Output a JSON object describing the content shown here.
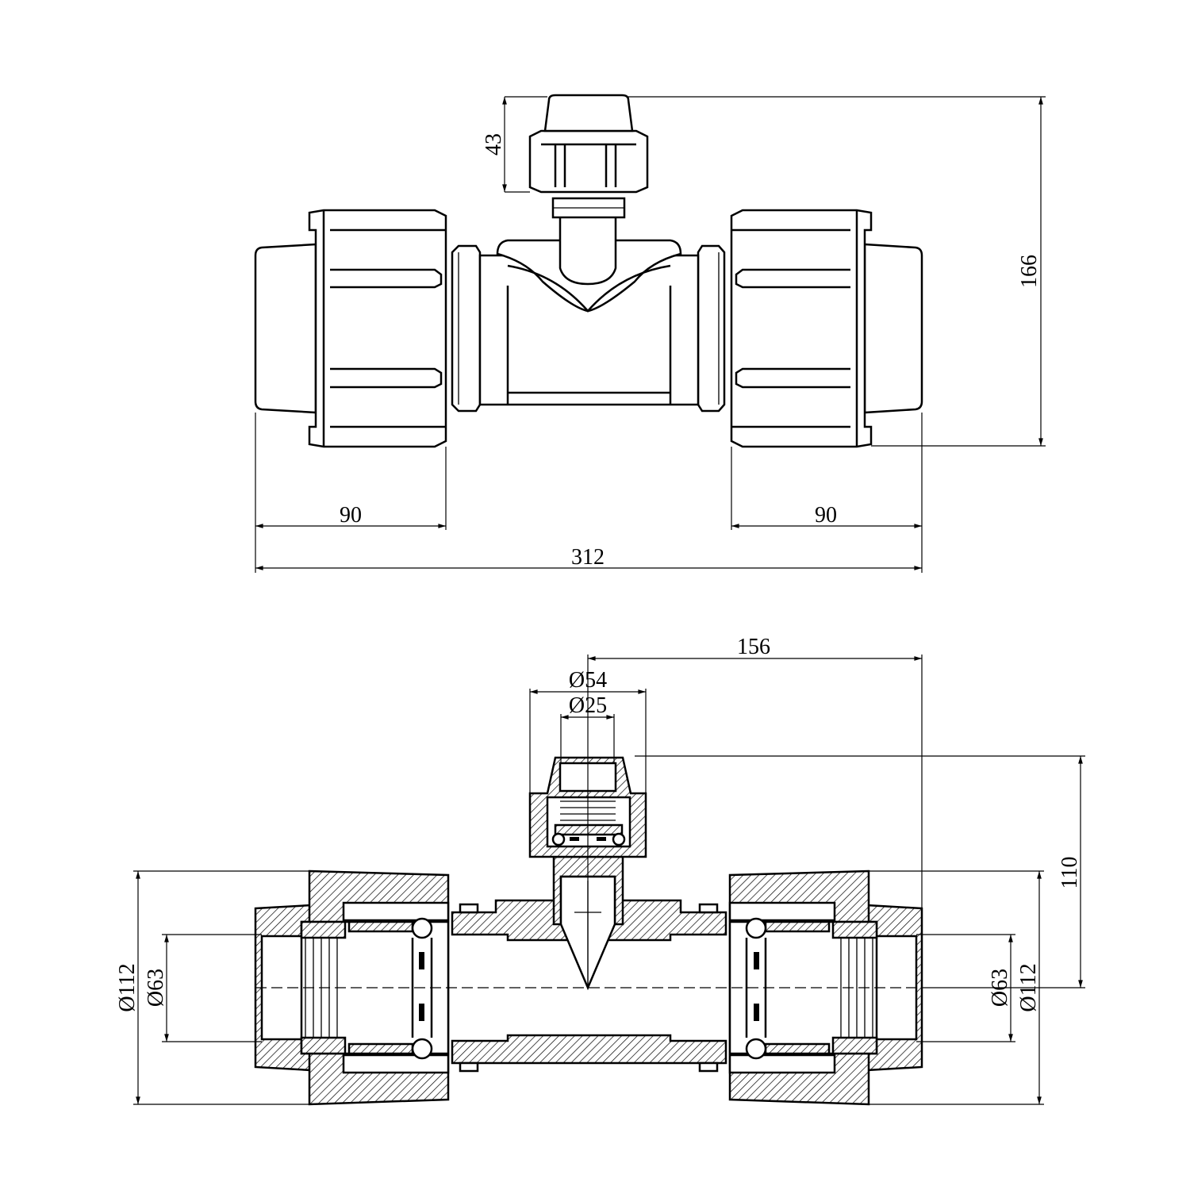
{
  "drawing": {
    "top_view": {
      "dimensions": {
        "branch_height": "43",
        "total_height": "166",
        "left_length": "90",
        "right_length": "90",
        "total_length": "312"
      }
    },
    "section_view": {
      "dimensions": {
        "branch_offset": "156",
        "branch_outer_diameter": "Ø54",
        "branch_inner_diameter": "Ø25",
        "branch_axis_height": "110",
        "left_outer_diameter": "Ø112",
        "left_pipe_diameter": "Ø63",
        "right_pipe_diameter": "Ø63",
        "right_outer_diameter": "Ø112"
      }
    }
  }
}
